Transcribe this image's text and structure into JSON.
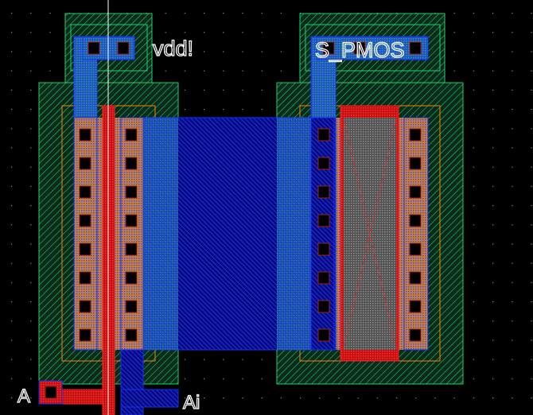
{
  "window": {
    "title": "Layout editor - PMOS cell"
  },
  "labels": {
    "vdd": "vdd!",
    "s_pmos": "S_PMOS",
    "input_a": "A",
    "output_ai": "Ai"
  },
  "colors": {
    "background": "#000000",
    "nwell": "#1fcf6f",
    "pimplant": "#ff8000",
    "poly": "#ff2020",
    "metal1": "#1030ff",
    "contact": "#000000",
    "grid": "#9090a0",
    "cursor": "#ffffff"
  }
}
